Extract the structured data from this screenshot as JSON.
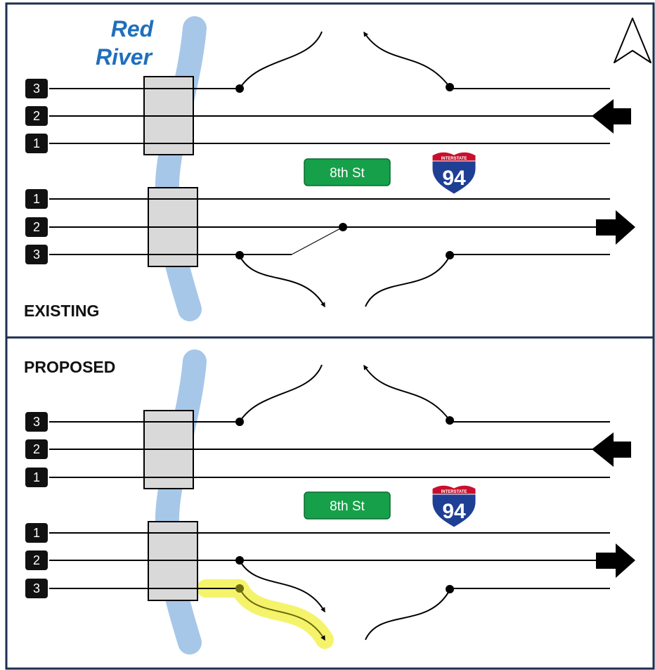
{
  "river": {
    "name_line1": "Red",
    "name_line2": "River",
    "label_color": "#1f6fbd",
    "water_color": "#a7c7e8"
  },
  "street_sign": {
    "label": "8th St",
    "color": "#16a04a"
  },
  "interstate_shield": {
    "top_text": "INTERSTATE",
    "number": "94",
    "top_color": "#c8102e",
    "body_color": "#1f3f95"
  },
  "north_arrow": {
    "icon": "north-arrow-icon"
  },
  "panels": [
    {
      "name": "existing",
      "label": "EXISTING",
      "westbound_lanes": [
        "3",
        "2",
        "1"
      ],
      "eastbound_lanes": [
        "1",
        "2",
        "3"
      ]
    },
    {
      "name": "proposed",
      "label": "PROPOSED",
      "westbound_lanes": [
        "3",
        "2",
        "1"
      ],
      "eastbound_lanes": [
        "1",
        "2",
        "3"
      ],
      "highlight_color": "#f4f25a"
    }
  ],
  "colors": {
    "frame": "#1d2f4d",
    "bridge_fill": "#d9d9d9",
    "lane_badge": "#111111"
  }
}
